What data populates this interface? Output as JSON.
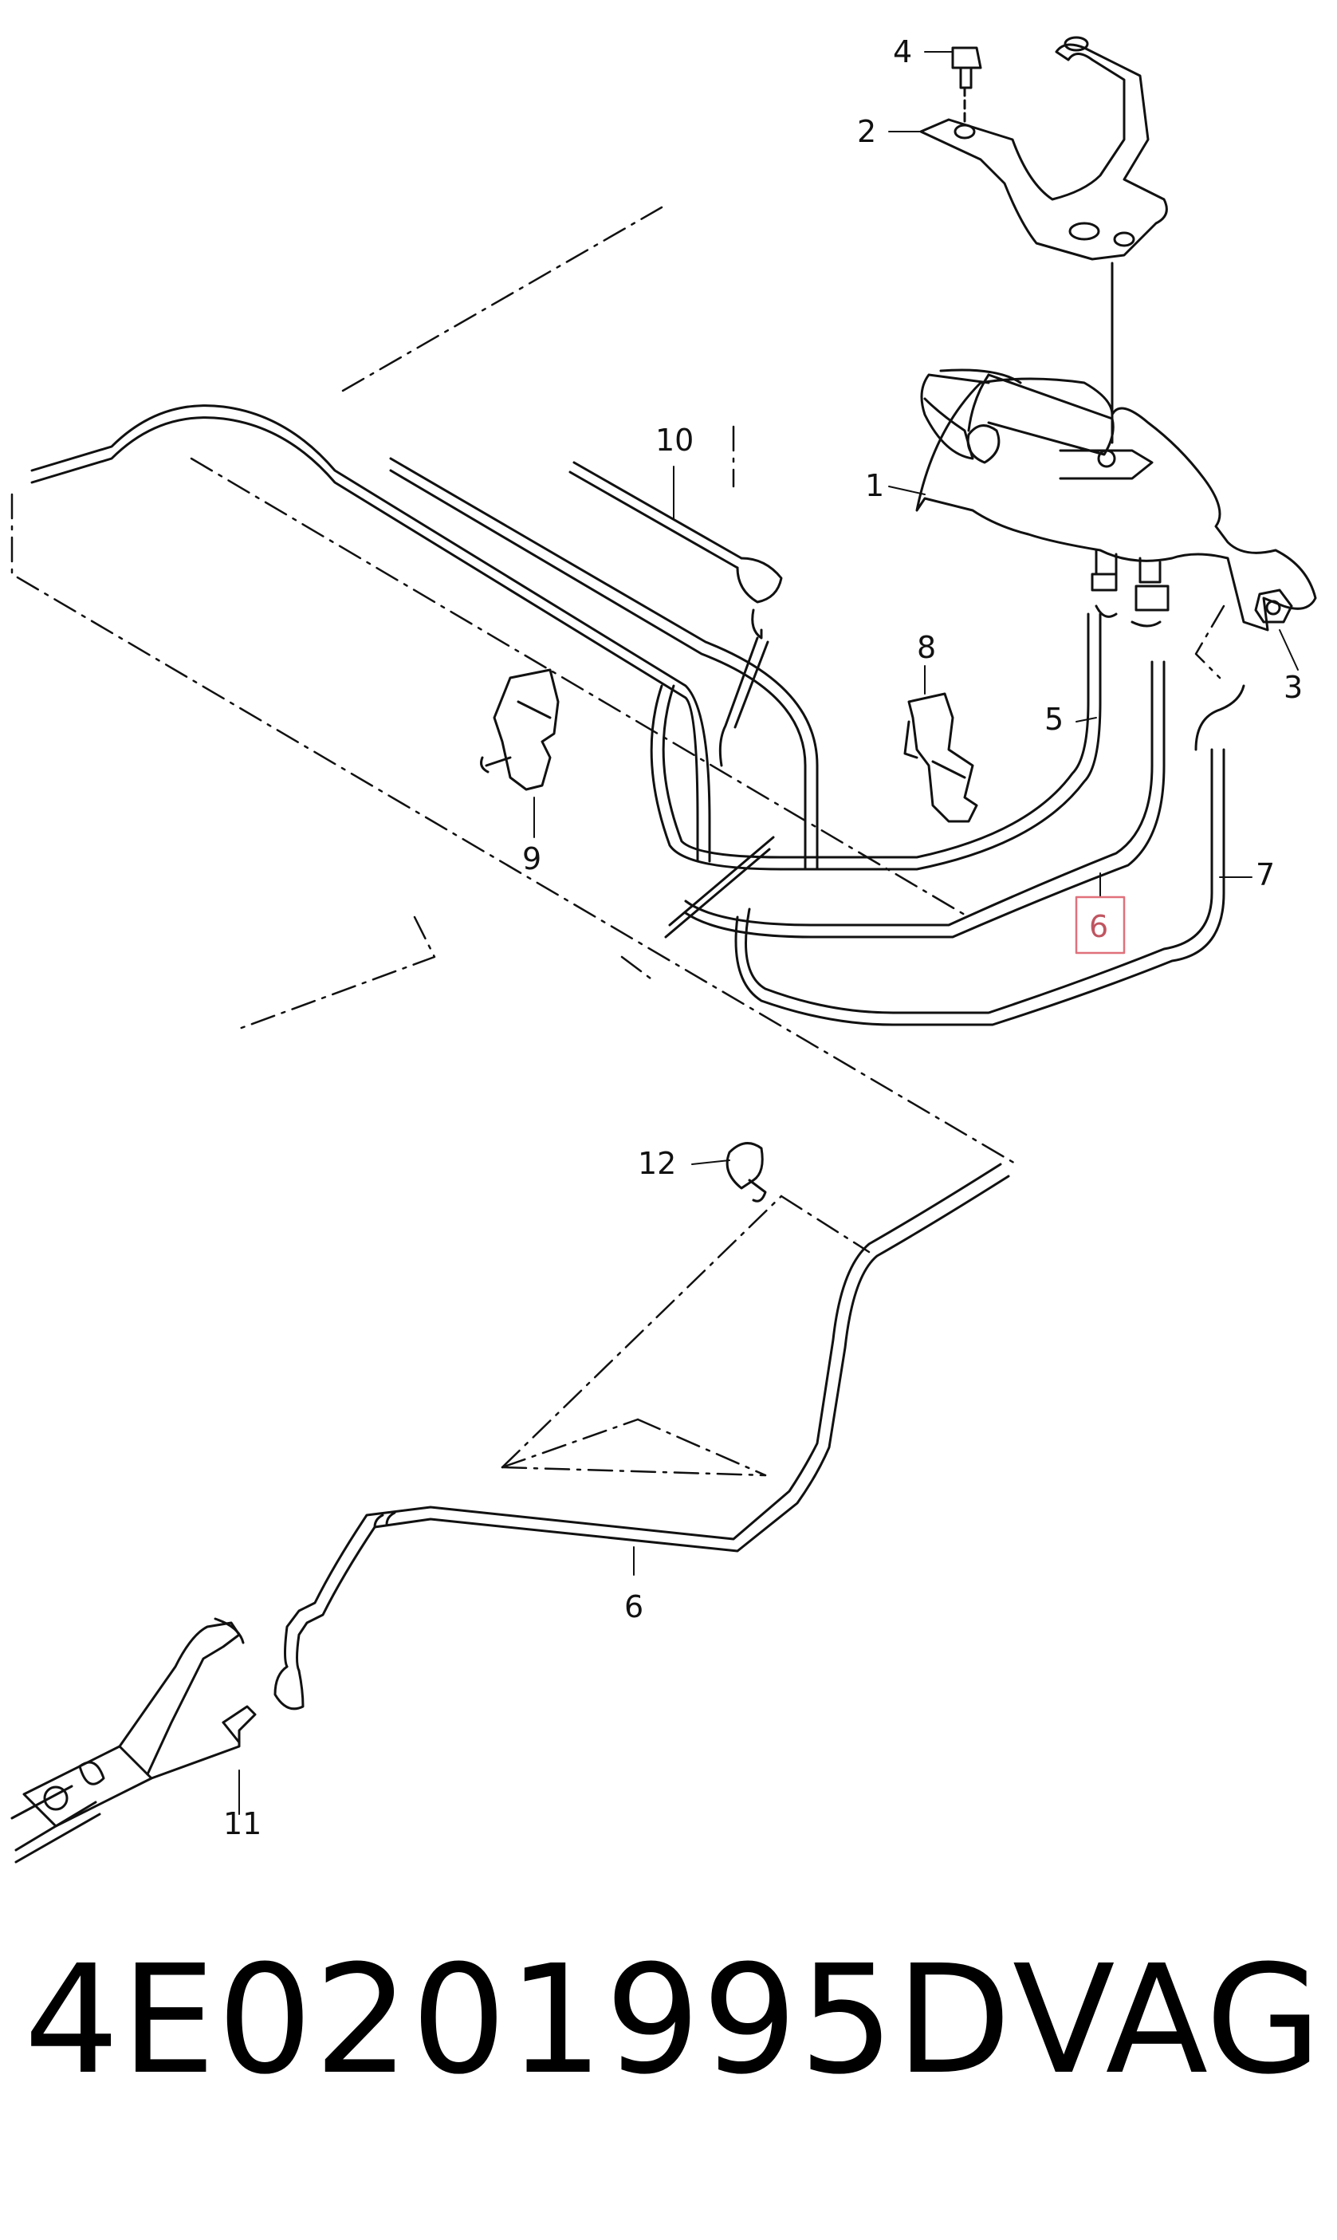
{
  "callouts": {
    "c1": "1",
    "c2": "2",
    "c3": "3",
    "c4": "4",
    "c5": "5",
    "c6_upper": "6",
    "c6_lower": "6",
    "c7": "7",
    "c8": "8",
    "c9": "9",
    "c10": "10",
    "c11": "11",
    "c12": "12"
  },
  "highlight": {
    "callout": "6",
    "color": "#e0707a"
  },
  "footer": {
    "part_number": "4E0201995D",
    "brand": "VAG"
  }
}
